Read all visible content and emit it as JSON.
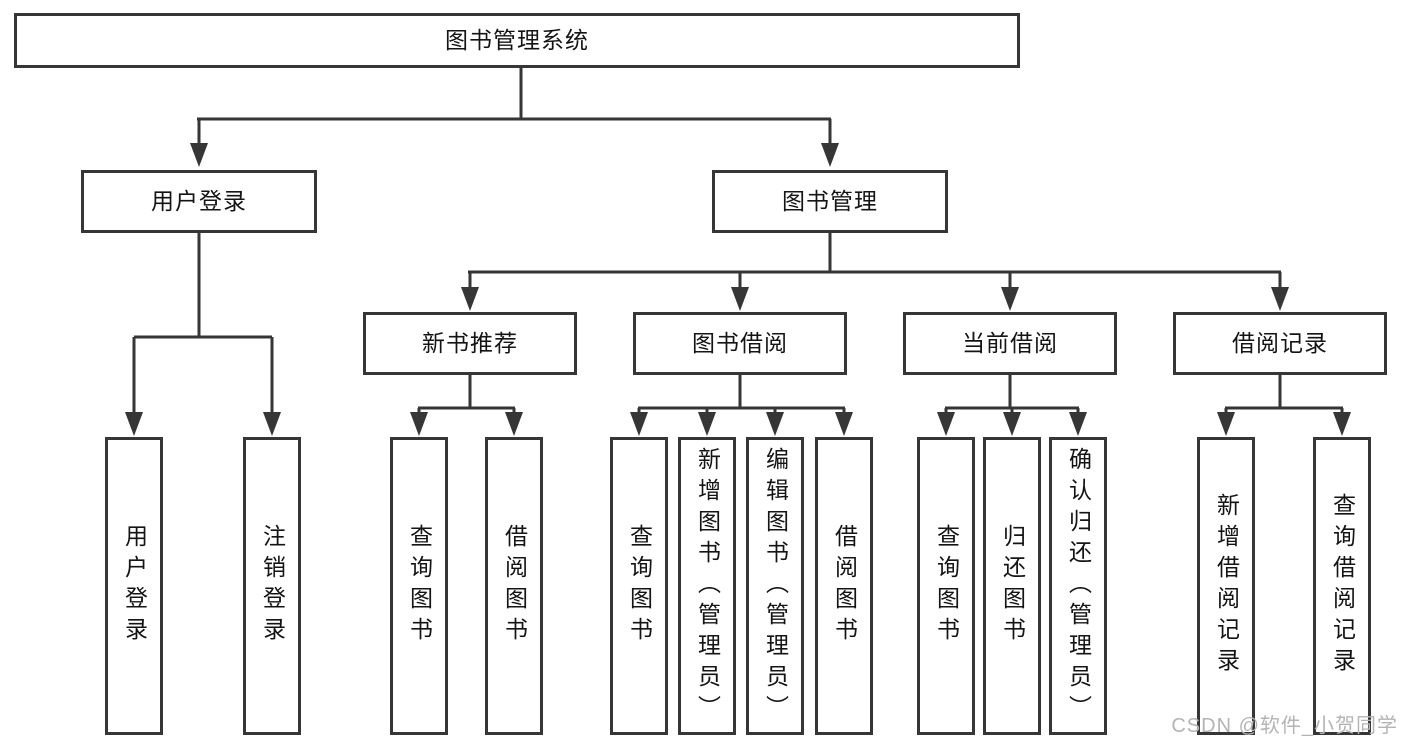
{
  "colors": {
    "line": "#363636",
    "box_border": "#363636",
    "text": "#141414",
    "watermark": "#b4b4b4",
    "background": "#ffffff"
  },
  "tree": {
    "root": "图书管理系统",
    "user_login": {
      "label": "用户登录",
      "children": [
        "用户登录",
        "注销登录"
      ]
    },
    "book_management": {
      "label": "图书管理",
      "sections": {
        "new_book_recommend": {
          "label": "新书推荐",
          "children": [
            "查询图书",
            "借阅图书"
          ]
        },
        "book_borrow": {
          "label": "图书借阅",
          "children": [
            "查询图书",
            "新增图书（管理员）",
            "编辑图书（管理员）",
            "借阅图书"
          ]
        },
        "current_borrow": {
          "label": "当前借阅",
          "children": [
            "查询图书",
            "归还图书",
            "确认归还（管理员）"
          ]
        },
        "borrow_records": {
          "label": "借阅记录",
          "children": [
            "新增借阅记录",
            "查询借阅记录"
          ]
        }
      }
    }
  },
  "watermark": {
    "text": "CSDN @软件_小贺同学"
  }
}
